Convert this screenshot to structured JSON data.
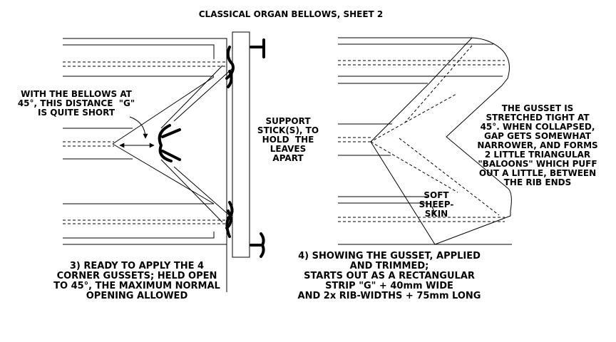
{
  "title": "CLASSICAL ORGAN BELLOWS, SHEET 2",
  "left_figure": {
    "distance_note": "WITH THE BELLOWS AT\n45°, THIS DISTANCE  \"G\"\nIS QUITE SHORT",
    "support_note": "SUPPORT\nSTICK(S), TO\nHOLD  THE\nLEAVES\nAPART",
    "caption": "3) READY TO APPLY THE 4\nCORNER GUSSETS; HELD OPEN\nTO 45°, THE MAXIMUM NORMAL\nOPENING ALLOWED"
  },
  "right_figure": {
    "gusset_note": "THE GUSSET IS\nSTRETCHED TIGHT AT\n45°. WHEN COLLAPSED,\nGAP GETS SOMEWHAT\nNARROWER, AND FORMS\n2 LITTLE TRIANGULAR\n\"BALOONS\" WHICH PUFF\nOUT A LITTLE, BETWEEN\nTHE RIB ENDS",
    "material_note": "SOFT\nSHEEP-\nSKIN",
    "caption": "4) SHOWING THE GUSSET, APPLIED\nAND TRIMMED;\nSTARTS OUT AS A RECTANGULAR\nSTRIP \"G\" + 40mm WIDE\nAND 2x RIB-WIDTHS + 75mm LONG"
  }
}
